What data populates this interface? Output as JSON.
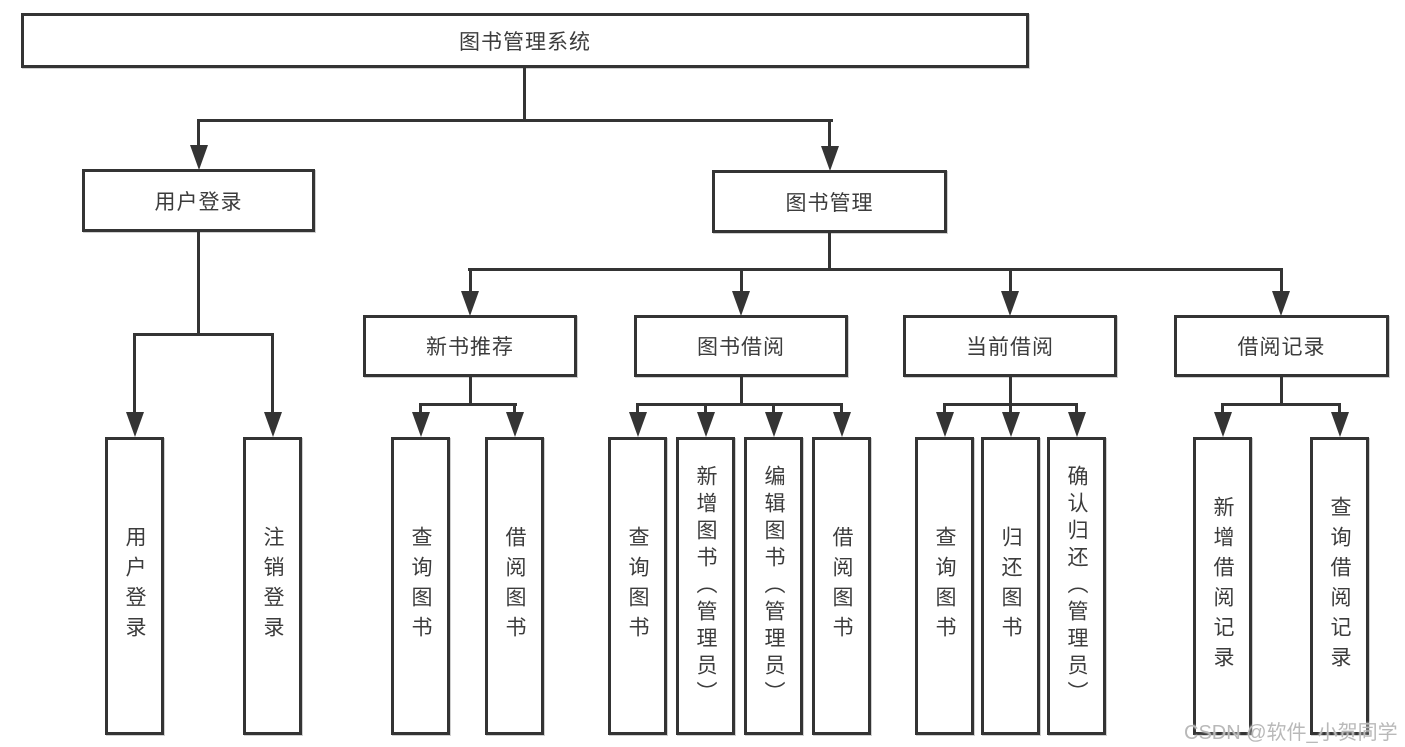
{
  "diagram": {
    "root": "图书管理系统",
    "level2": {
      "user_login": "用户登录",
      "book_management": "图书管理"
    },
    "user_login_leaves": [
      "用户登录",
      "注销登录"
    ],
    "groups": [
      {
        "label": "新书推荐",
        "leaves": [
          "查询图书",
          "借阅图书"
        ]
      },
      {
        "label": "图书借阅",
        "leaves": [
          "查询图书",
          "新增图书（管理员）",
          "编辑图书（管理员）",
          "借阅图书"
        ]
      },
      {
        "label": "当前借阅",
        "leaves": [
          "查询图书",
          "归还图书",
          "确认归还（管理员）"
        ]
      },
      {
        "label": "借阅记录",
        "leaves": [
          "新增借阅记录",
          "查询借阅记录"
        ]
      }
    ]
  },
  "watermark": "CSDN @软件_小贺同学",
  "colors": {
    "line": "#343434",
    "text": "#3c3c3c",
    "watermark": "#b9b9b9",
    "background": "#ffffff"
  }
}
